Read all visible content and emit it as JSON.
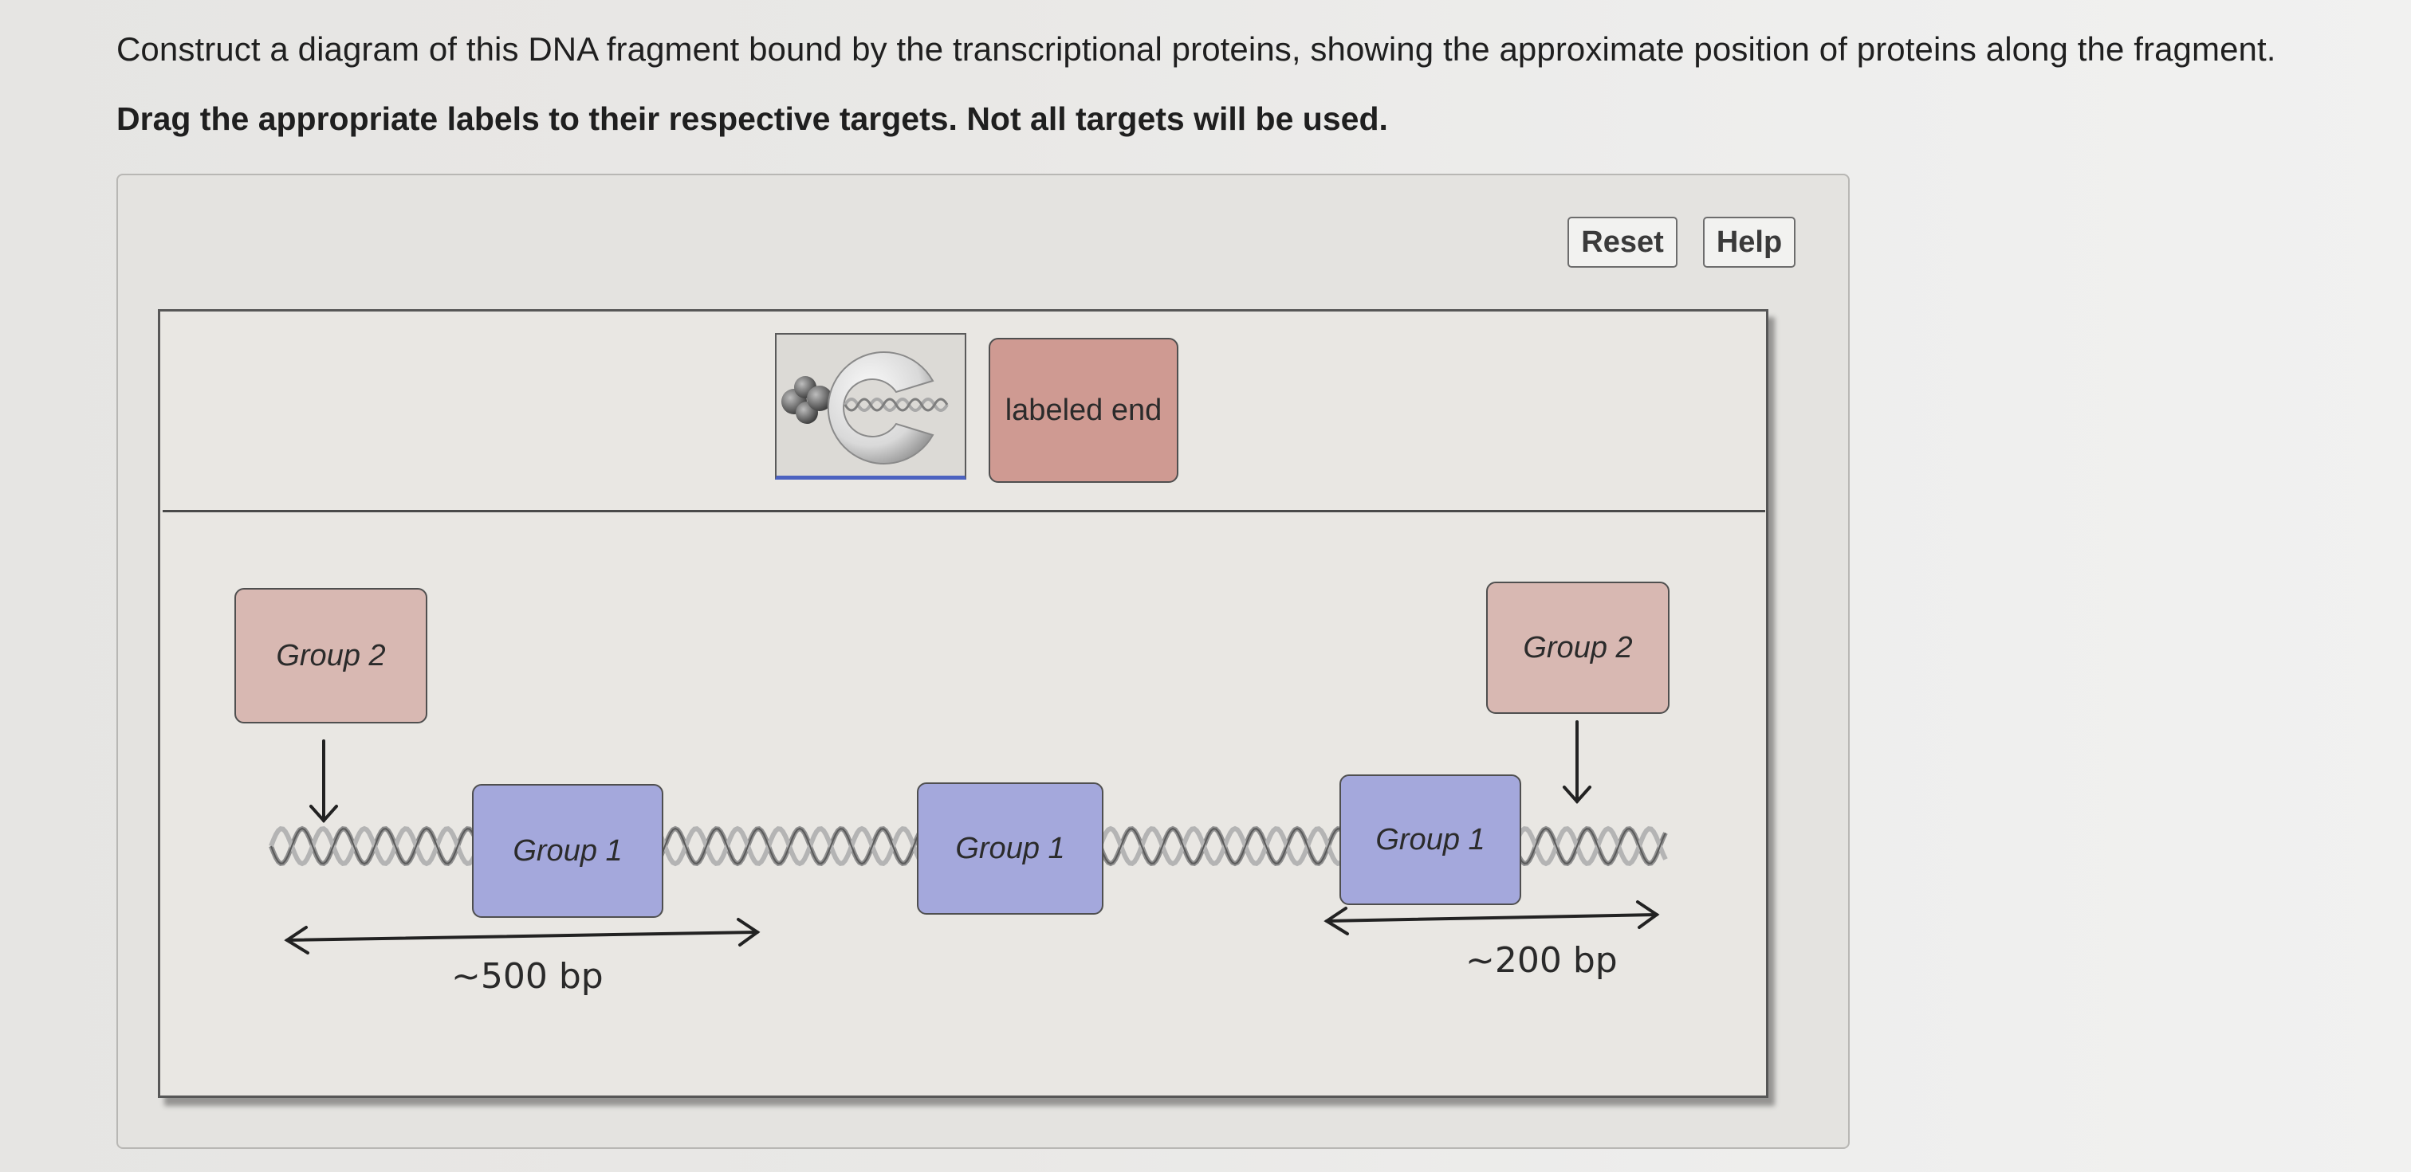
{
  "instruction": "Construct a diagram of this DNA fragment bound by the transcriptional proteins, showing the approximate position of proteins along the fragment.",
  "subinstruction": "Drag the appropriate labels to their respective targets. Not all targets will be used.",
  "toolbar": {
    "reset_label": "Reset",
    "help_label": "Help"
  },
  "tray": {
    "tiles": [
      {
        "type": "image",
        "icon": "rna-polymerase-icon"
      },
      {
        "type": "text",
        "label": "labeled end",
        "color": "#cf9a92"
      }
    ]
  },
  "diagram": {
    "group2_left_label": "Group 2",
    "group2_right_label": "Group 2",
    "group1_labels": [
      "Group 1",
      "Group 1",
      "Group 1"
    ],
    "distance_left": "~500 bp",
    "distance_right": "~200 bp",
    "colors": {
      "group1": "#a4a8dc",
      "group2": "#d8b8b2",
      "labeled_end": "#cf9a92",
      "dna_strand": "#9a9a9a"
    }
  }
}
